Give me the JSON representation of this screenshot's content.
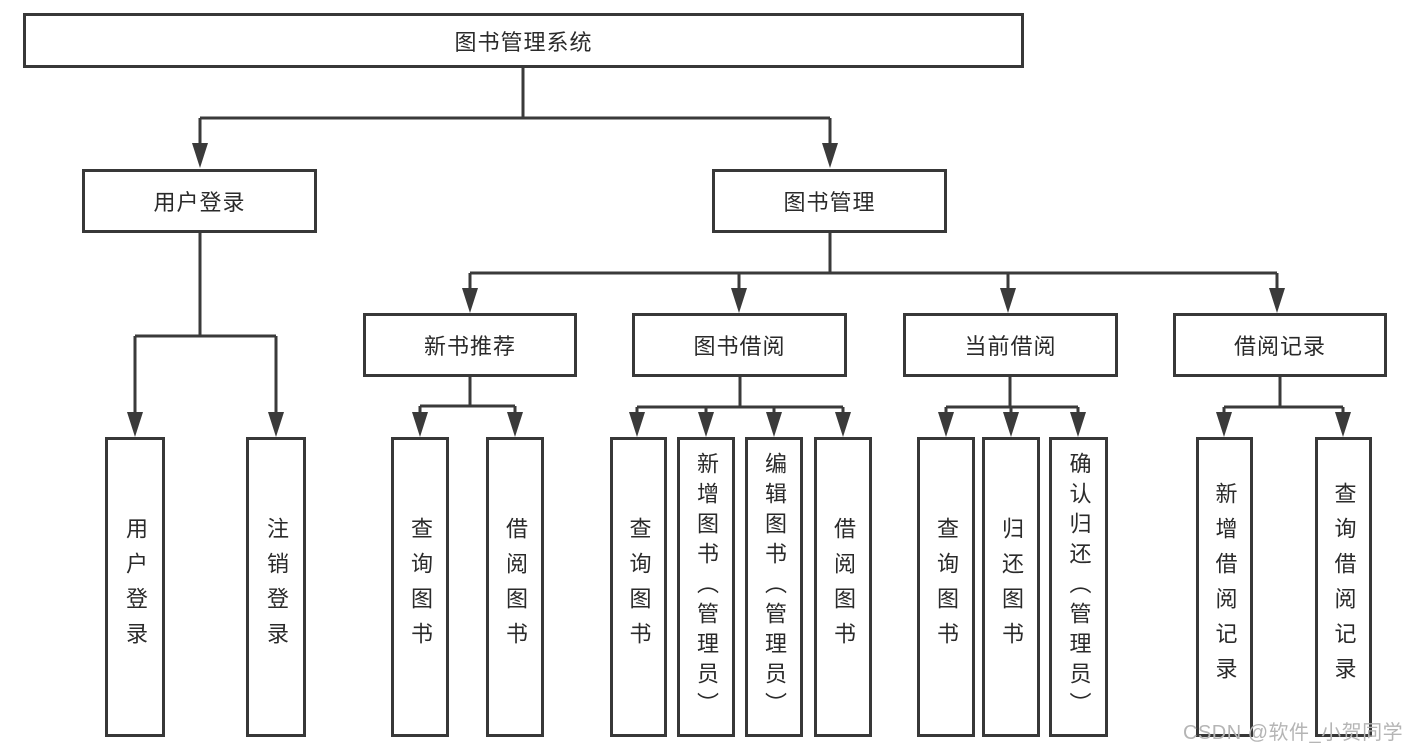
{
  "diagram": {
    "title": "图书管理系统",
    "watermark": "CSDN @软件_小贺同学",
    "colors": {
      "line": "#3a3a3a",
      "box_border": "#383838",
      "text": "#2a2a2a",
      "watermark": "#b5b5b5",
      "background": "#ffffff"
    },
    "tree": {
      "branches": [
        {
          "label": "用户登录",
          "children": [
            "用户登录",
            "注销登录"
          ]
        },
        {
          "label": "图书管理",
          "groups": [
            {
              "label": "新书推荐",
              "children": [
                "查询图书",
                "借阅图书"
              ]
            },
            {
              "label": "图书借阅",
              "children": [
                "查询图书",
                "新增图书（管理员）",
                "编辑图书（管理员）",
                "借阅图书"
              ]
            },
            {
              "label": "当前借阅",
              "children": [
                "查询图书",
                "归还图书",
                "确认归还（管理员）"
              ]
            },
            {
              "label": "借阅记录",
              "children": [
                "新增借阅记录",
                "查询借阅记录"
              ]
            }
          ]
        }
      ]
    }
  }
}
